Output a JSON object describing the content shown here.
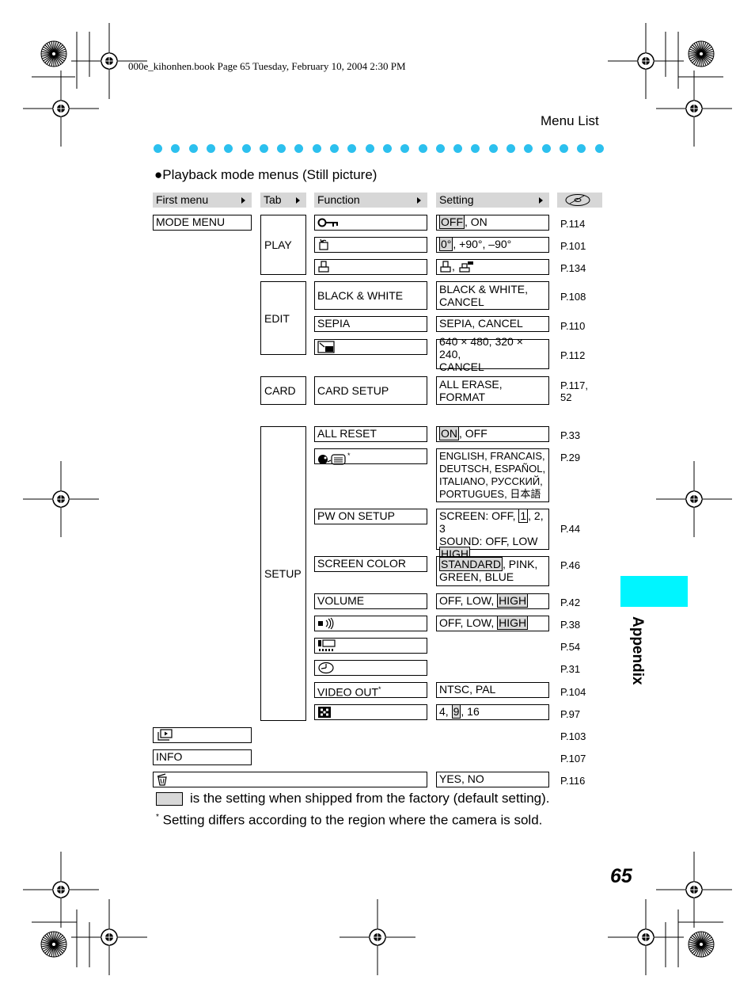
{
  "book_header": "000e_kihonhen.book  Page 65  Tuesday, February 10, 2004  2:30 PM",
  "running_title": "Menu List",
  "section_heading": "Playback mode menus (Still picture)",
  "table_headers": {
    "first_menu": "First menu",
    "tab": "Tab",
    "function": "Function",
    "setting": "Setting"
  },
  "rows": {
    "mode_menu": "MODE MENU",
    "play_tab": "PLAY",
    "protect": {
      "setting_default": "OFF",
      "setting_rest": ", ON",
      "page": "P.114"
    },
    "rotate": {
      "setting_default": "0°",
      "setting_rest": ", +90°, –90°",
      "page": "P.101"
    },
    "print": {
      "page": "P.134"
    },
    "edit_tab": "EDIT",
    "bw": {
      "function": "BLACK & WHITE",
      "setting_line1": "BLACK & WHITE,",
      "setting_line2": "CANCEL",
      "page": "P.108"
    },
    "sepia": {
      "function": "SEPIA",
      "setting": "SEPIA, CANCEL",
      "page": "P.110"
    },
    "resize": {
      "setting_line1": "640 × 480, 320 × 240,",
      "setting_line2": "CANCEL",
      "page": "P.112"
    },
    "card_tab": "CARD",
    "card_setup": {
      "function": "CARD SETUP",
      "setting_line1": "ALL ERASE,",
      "setting_line2": "FORMAT",
      "page_line1": "P.117,",
      "page_line2": "52"
    },
    "setup_tab": "SETUP",
    "all_reset": {
      "function": "ALL RESET",
      "setting_default": "ON",
      "setting_rest": ", OFF",
      "page": "P.33"
    },
    "language": {
      "star": "*",
      "line1": "ENGLISH, FRANCAIS,",
      "line2": "DEUTSCH, ESPAÑOL,",
      "line3": "ITALIANO, РУССКИЙ,",
      "line4": "PORTUGUES, 日本語",
      "page": "P.29"
    },
    "pw_on_setup": {
      "function": "PW ON SETUP",
      "l1_a": "SCREEN: OFF, ",
      "l1_default": "1",
      "l1_b": ", 2, 3",
      "l2": "SOUND: OFF, LOW",
      "l3_default": "HIGH",
      "page": "P.44"
    },
    "screen_color": {
      "function": "SCREEN COLOR",
      "default": "STANDARD",
      "rest1": ", PINK,",
      "line2": "GREEN, BLUE",
      "page": "P.46"
    },
    "volume": {
      "function": "VOLUME",
      "rest": "OFF, LOW, ",
      "default": "HIGH",
      "page": "P.42"
    },
    "beep": {
      "rest": "OFF, LOW, ",
      "default": "HIGH",
      "page": "P.38"
    },
    "brightness": {
      "page": "P.54"
    },
    "clock": {
      "page": "P.31"
    },
    "video_out": {
      "function": "VIDEO OUT",
      "star": "*",
      "setting": "NTSC, PAL",
      "page": "P.104"
    },
    "index": {
      "a": "4, ",
      "default": "9",
      "b": ", 16",
      "page": "P.97"
    },
    "slideshow": {
      "page": "P.103"
    },
    "info": {
      "label": "INFO",
      "page": "P.107"
    },
    "erase": {
      "setting": "YES, NO",
      "page": "P.116"
    }
  },
  "legend": {
    "default_note": "is the setting when shipped from the factory (default setting).",
    "star": "*",
    "region_note": "Setting differs according to the region where the camera is sold."
  },
  "side_tab": "Appendix",
  "page_number": "65",
  "colors": {
    "dots": "#2cc0ee",
    "side_tab": "#00f5ff",
    "header_bg": "#d7d7d7"
  }
}
